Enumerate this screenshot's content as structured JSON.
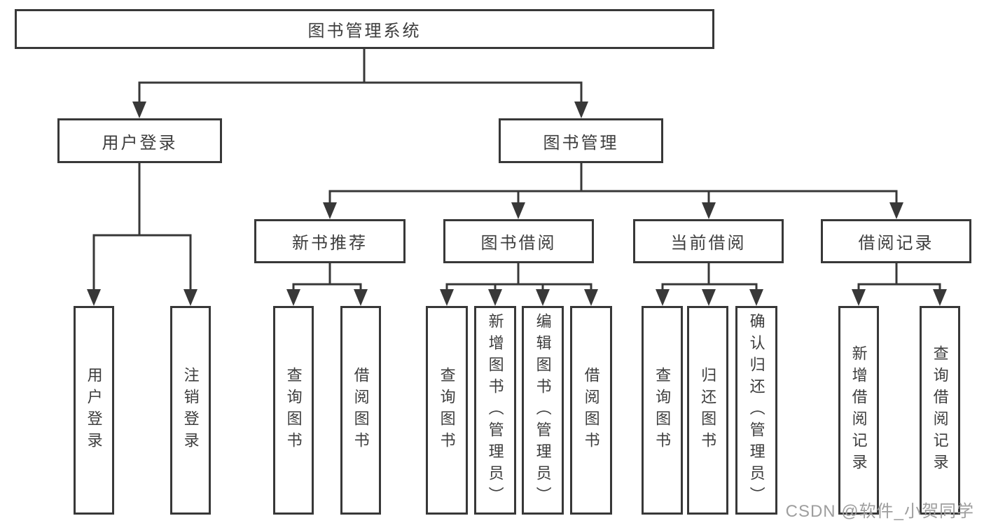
{
  "diagram": {
    "title": "图书管理系统",
    "colors": {
      "line": "#383838",
      "text": "#3d3d3d",
      "box_background": "#ffffff",
      "watermark": "#9e9e9e"
    },
    "tree": {
      "label": "图书管理系统",
      "children": [
        {
          "label": "用户登录",
          "children": [
            {
              "label": "用户登录"
            },
            {
              "label": "注销登录"
            }
          ]
        },
        {
          "label": "图书管理",
          "children": [
            {
              "label": "新书推荐",
              "children": [
                {
                  "label": "查询图书"
                },
                {
                  "label": "借阅图书"
                }
              ]
            },
            {
              "label": "图书借阅",
              "children": [
                {
                  "label": "查询图书"
                },
                {
                  "label": "新增图书（管理员）"
                },
                {
                  "label": "编辑图书（管理员）"
                },
                {
                  "label": "借阅图书"
                }
              ]
            },
            {
              "label": "当前借阅",
              "children": [
                {
                  "label": "查询图书"
                },
                {
                  "label": "归还图书"
                },
                {
                  "label": "确认归还（管理员）"
                }
              ]
            },
            {
              "label": "借阅记录",
              "children": [
                {
                  "label": "新增借阅记录"
                },
                {
                  "label": "查询借阅记录"
                }
              ]
            }
          ]
        }
      ]
    }
  },
  "watermark": {
    "text": "CSDN @软件_小贺同学"
  }
}
